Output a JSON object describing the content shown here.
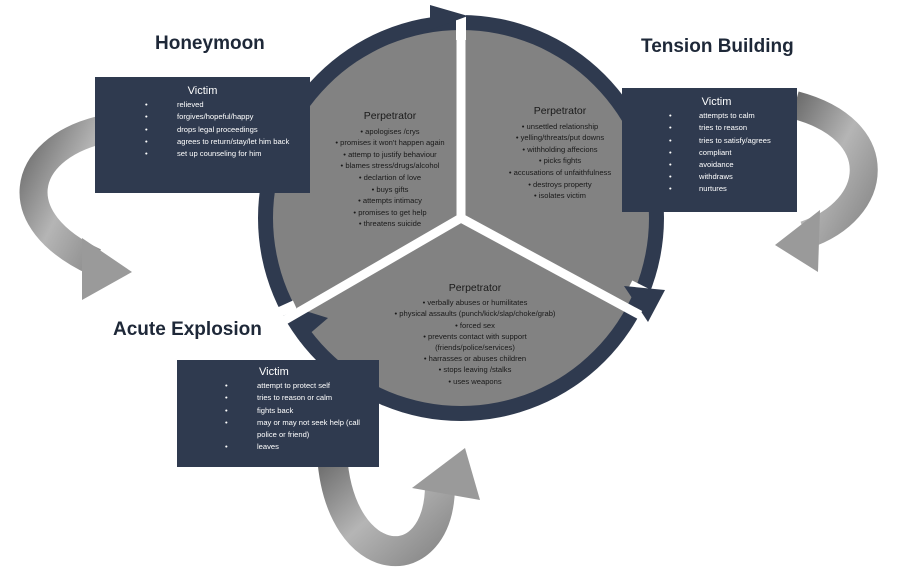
{
  "colors": {
    "ring": "#2f3a4f",
    "disk": "#828282",
    "arrow": "#8c8c8c"
  },
  "phases": {
    "honeymoon": {
      "title": "Honeymoon",
      "perpetrator": {
        "heading": "Perpetrator",
        "items": [
          "apologises /crys",
          "promises it won't happen again",
          "attemp to justify behaviour",
          "blames stress/drugs/alcohol",
          "declartion of love",
          "buys gifts",
          "attempts intimacy",
          "promises to get help",
          "threatens suicide"
        ]
      },
      "victim": {
        "heading": "Victim",
        "items": [
          "relieved",
          "forgives/hopeful/happy",
          "drops legal proceedings",
          "agrees to return/stay/let him back",
          "set up counseling for him"
        ]
      }
    },
    "tension": {
      "title": "Tension Building",
      "perpetrator": {
        "heading": "Perpetrator",
        "items": [
          "unsettled relationship",
          "yelling/threats/put downs",
          "withholding affecions",
          "picks fights",
          "accusations of unfaithfulness",
          "destroys property",
          "isolates victim"
        ]
      },
      "victim": {
        "heading": "Victim",
        "items": [
          "attempts to calm",
          "tries to reason",
          "tries to satisfy/agrees",
          "compliant",
          "avoidance",
          "withdraws",
          "nurtures"
        ]
      }
    },
    "acute": {
      "title": "Acute Explosion",
      "perpetrator": {
        "heading": "Perpetrator",
        "items": [
          "verbally abuses or humilitates",
          "physical assaults  (punch/kick/slap/choke/grab)",
          "forced sex",
          "prevents contact with support (friends/police/services)",
          "harrasses or abuses children",
          "stops leaving /stalks",
          "uses weapons"
        ]
      },
      "victim": {
        "heading": "Victim",
        "items": [
          "attempt to protect self",
          "tries to reason or calm",
          "fights back",
          "may or may not seek help (call police or friend)",
          "leaves"
        ]
      }
    }
  }
}
